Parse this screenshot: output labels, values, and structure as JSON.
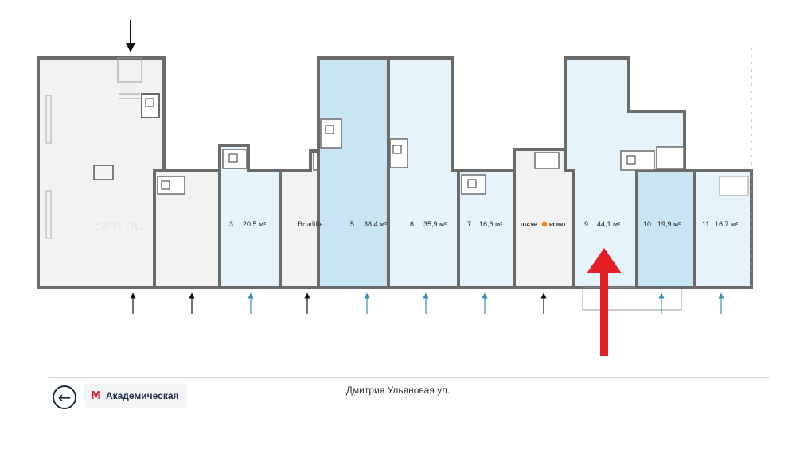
{
  "colors": {
    "wall": "#6a6a6a",
    "room_fill": "#f2f2f2",
    "room_highlight": "#e6f3fa",
    "room_selected": "#c9e4f3",
    "entrance_black": "#111111",
    "entrance_blue": "#3b8fb5",
    "red_arrow": "#e31e24",
    "metro_red": "#d9232d"
  },
  "units": [
    {
      "number": "3",
      "area": "20,5 м²"
    },
    {
      "number": "5",
      "area": "38,4 м²"
    },
    {
      "number": "6",
      "area": "35,9 м²"
    },
    {
      "number": "7",
      "area": "16,6 м²"
    },
    {
      "number": "9",
      "area": "44,1 м²"
    },
    {
      "number": "10",
      "area": "19,9 м²"
    },
    {
      "number": "11",
      "area": "16,7 м²"
    }
  ],
  "tenants": {
    "bridle": "Briadille",
    "shawarma_left": "ШАУР",
    "shawarma_right": "POINT"
  },
  "watermark": "SPR.RU",
  "footer": {
    "back_icon": "arrow-left-icon",
    "metro_icon": "metro-logo-icon",
    "metro_station": "Академическая",
    "street": "Дмитрия Ульяновая ул."
  }
}
